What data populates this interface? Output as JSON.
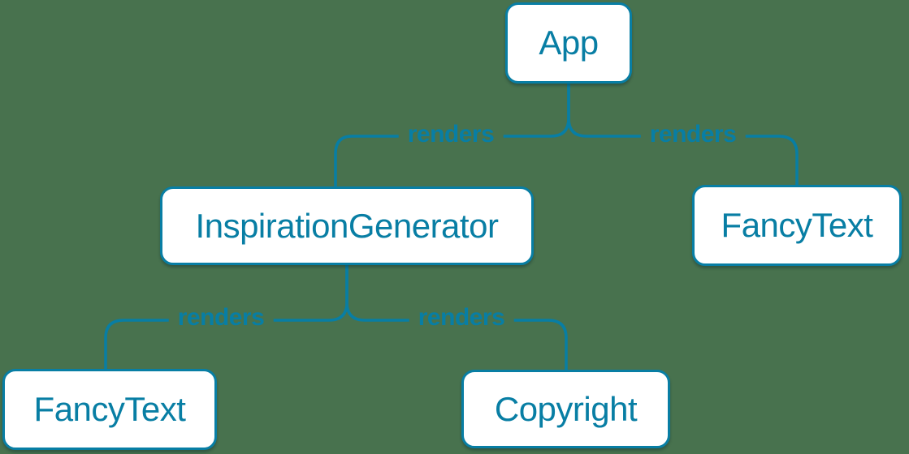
{
  "colors": {
    "background": "#48724E",
    "accent": "#087EA4",
    "node_fill": "#FFFFFF"
  },
  "diagram": {
    "type": "component-tree",
    "nodes": {
      "app": {
        "label": "App"
      },
      "inspiration_generator": {
        "label": "InspirationGenerator"
      },
      "fancy_text_top": {
        "label": "FancyText"
      },
      "fancy_text_bottom": {
        "label": "FancyText"
      },
      "copyright": {
        "label": "Copyright"
      }
    },
    "edges": [
      {
        "from": "App",
        "to": "InspirationGenerator",
        "label": "renders"
      },
      {
        "from": "App",
        "to": "FancyText",
        "label": "renders"
      },
      {
        "from": "InspirationGenerator",
        "to": "FancyText",
        "label": "renders"
      },
      {
        "from": "InspirationGenerator",
        "to": "Copyright",
        "label": "renders"
      }
    ]
  }
}
